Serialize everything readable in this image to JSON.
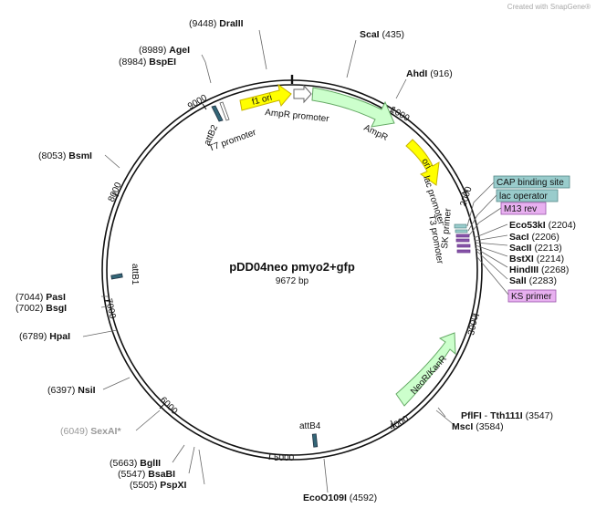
{
  "watermark": "Created with SnapGene®",
  "plasmid": {
    "name": "pDD04neo pmyo2+gfp",
    "length": "9672 bp"
  },
  "colors": {
    "ori": "#ffff00",
    "ori_stroke": "#c8b400",
    "ampr": "#ccffcc",
    "ampr_stroke": "#66aa66",
    "teal": "#99cccc",
    "teal_stroke": "#558888",
    "primer": "#e8b0f0",
    "primer_stroke": "#9955aa",
    "attsite": "#336677"
  },
  "features": {
    "f1_ori": "f1 ori",
    "ampr_promoter": "AmpR promoter",
    "ampr": "AmpR",
    "ori": "ori",
    "lac_promoter": "lac promoter",
    "t3_promoter": "T3 promoter",
    "sk_primer": "SK primer",
    "neor": "NeoR/KanR",
    "attB2": "attB2",
    "t7_promoter": "T7 promoter",
    "attB1": "attB1",
    "attB4": "attB4"
  },
  "boxes": {
    "cap": "CAP binding site",
    "lac_op": "lac operator",
    "m13": "M13 rev",
    "ks": "KS primer"
  },
  "ticks": [
    "1000",
    "2000",
    "3000",
    "4000",
    "5000",
    "6000",
    "7000",
    "8000",
    "9000"
  ],
  "enzymes": {
    "draiii": {
      "name": "DraIII",
      "pos": "(9448)"
    },
    "agei": {
      "name": "AgeI",
      "pos": "(8989)"
    },
    "bspei": {
      "name": "BspEI",
      "pos": "(8984)"
    },
    "scai": {
      "name": "ScaI",
      "pos": "(435)"
    },
    "ahdi": {
      "name": "AhdI",
      "pos": "(916)"
    },
    "bsmi": {
      "name": "BsmI",
      "pos": "(8053)"
    },
    "eco53ki": {
      "name": "Eco53kI",
      "pos": "(2204)"
    },
    "saci": {
      "name": "SacI",
      "pos": "(2206)"
    },
    "sacii": {
      "name": "SacII",
      "pos": "(2213)"
    },
    "bstxi": {
      "name": "BstXI",
      "pos": "(2214)"
    },
    "hindiii": {
      "name": "HindIII",
      "pos": "(2268)"
    },
    "sali": {
      "name": "SalI",
      "pos": "(2283)"
    },
    "pasi": {
      "name": "PasI",
      "pos": "(7044)"
    },
    "bsgi": {
      "name": "BsgI",
      "pos": "(7002)"
    },
    "hpai": {
      "name": "HpaI",
      "pos": "(6789)"
    },
    "nsii": {
      "name": "NsiI",
      "pos": "(6397)"
    },
    "sexai": {
      "name": "SexAI*",
      "pos": "(6049)"
    },
    "pflfi": {
      "name": "PflFI",
      "sep": " - ",
      "name2": "Tth111I",
      "pos": "(3547)"
    },
    "msci": {
      "name": "MscI",
      "pos": "(3584)"
    },
    "bglii": {
      "name": "BglII",
      "pos": "(5663)"
    },
    "bsabi": {
      "name": "BsaBI",
      "pos": "(5547)"
    },
    "pspxi": {
      "name": "PspXI",
      "pos": "(5505)"
    },
    "eco0109i": {
      "name": "EcoO109I",
      "pos": "(4592)"
    }
  }
}
